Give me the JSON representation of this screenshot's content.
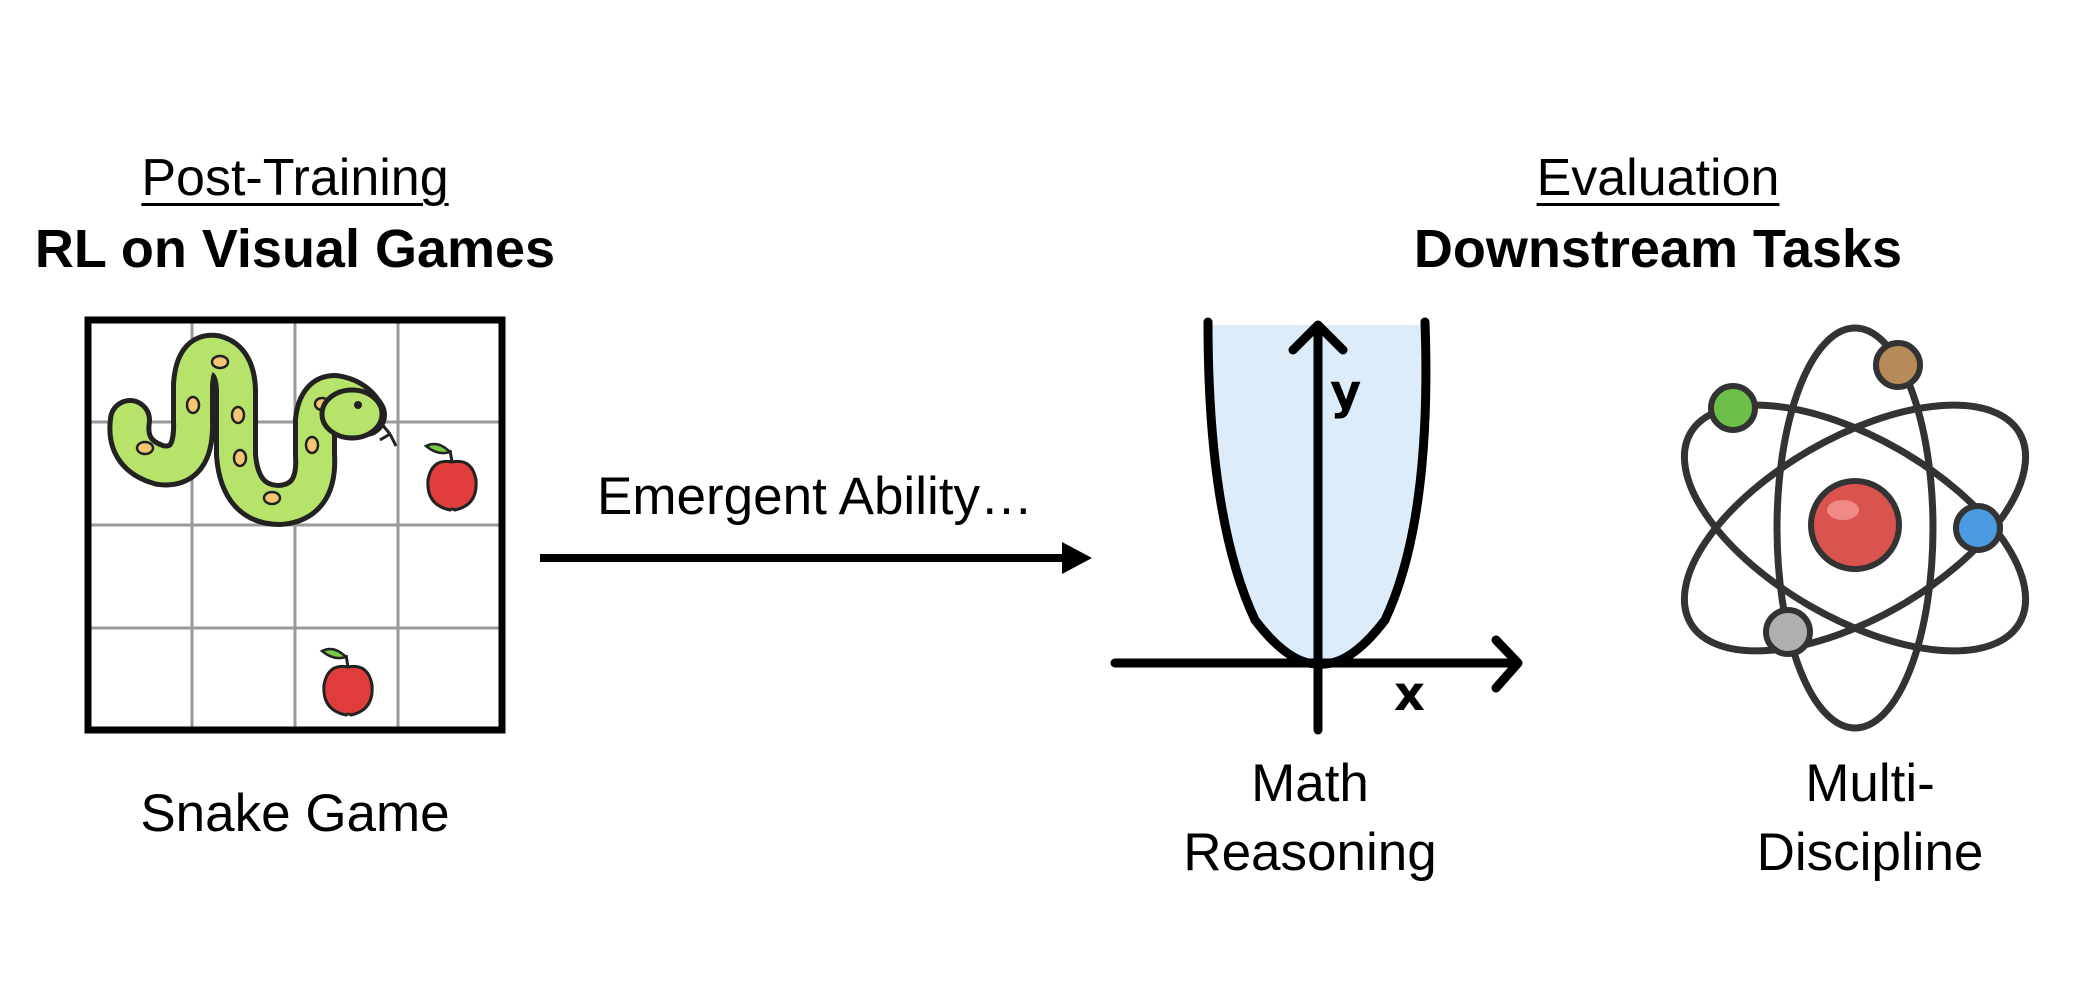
{
  "left": {
    "subtitle": "Post-Training",
    "title": "RL on Visual Games",
    "caption": "Snake Game"
  },
  "middle": {
    "arrow_label": "Emergent Ability…"
  },
  "right": {
    "subtitle": "Evaluation",
    "title": "Downstream Tasks",
    "math_caption_1": "Math",
    "math_caption_2": "Reasoning",
    "multi_caption_1": "Multi-",
    "multi_caption_2": "Discipline",
    "axis_x": "x",
    "axis_y": "y"
  },
  "colors": {
    "snake_body": "#b7e36a",
    "snake_spots": "#f6c574",
    "apple": "#e03c3c",
    "leaf": "#7ac943",
    "parabola_fill": "#dcecf8",
    "nucleus": "#d9534f",
    "electron_green": "#6cc04a",
    "electron_tan": "#b78a5a",
    "electron_blue": "#4a9be0",
    "electron_gray": "#b0b0b0",
    "grid": "#9a9a9a"
  }
}
